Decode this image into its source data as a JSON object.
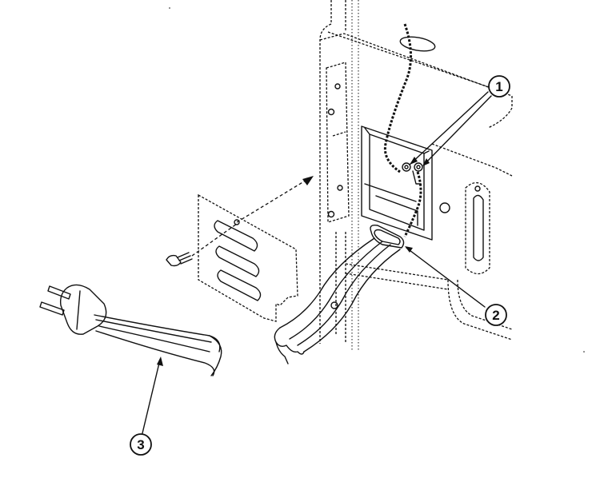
{
  "callouts": [
    {
      "id": "callout-1",
      "label": "1"
    },
    {
      "id": "callout-2",
      "label": "2"
    },
    {
      "id": "callout-3",
      "label": "3"
    }
  ],
  "colors": {
    "line": "#111111",
    "background": "#ffffff"
  }
}
